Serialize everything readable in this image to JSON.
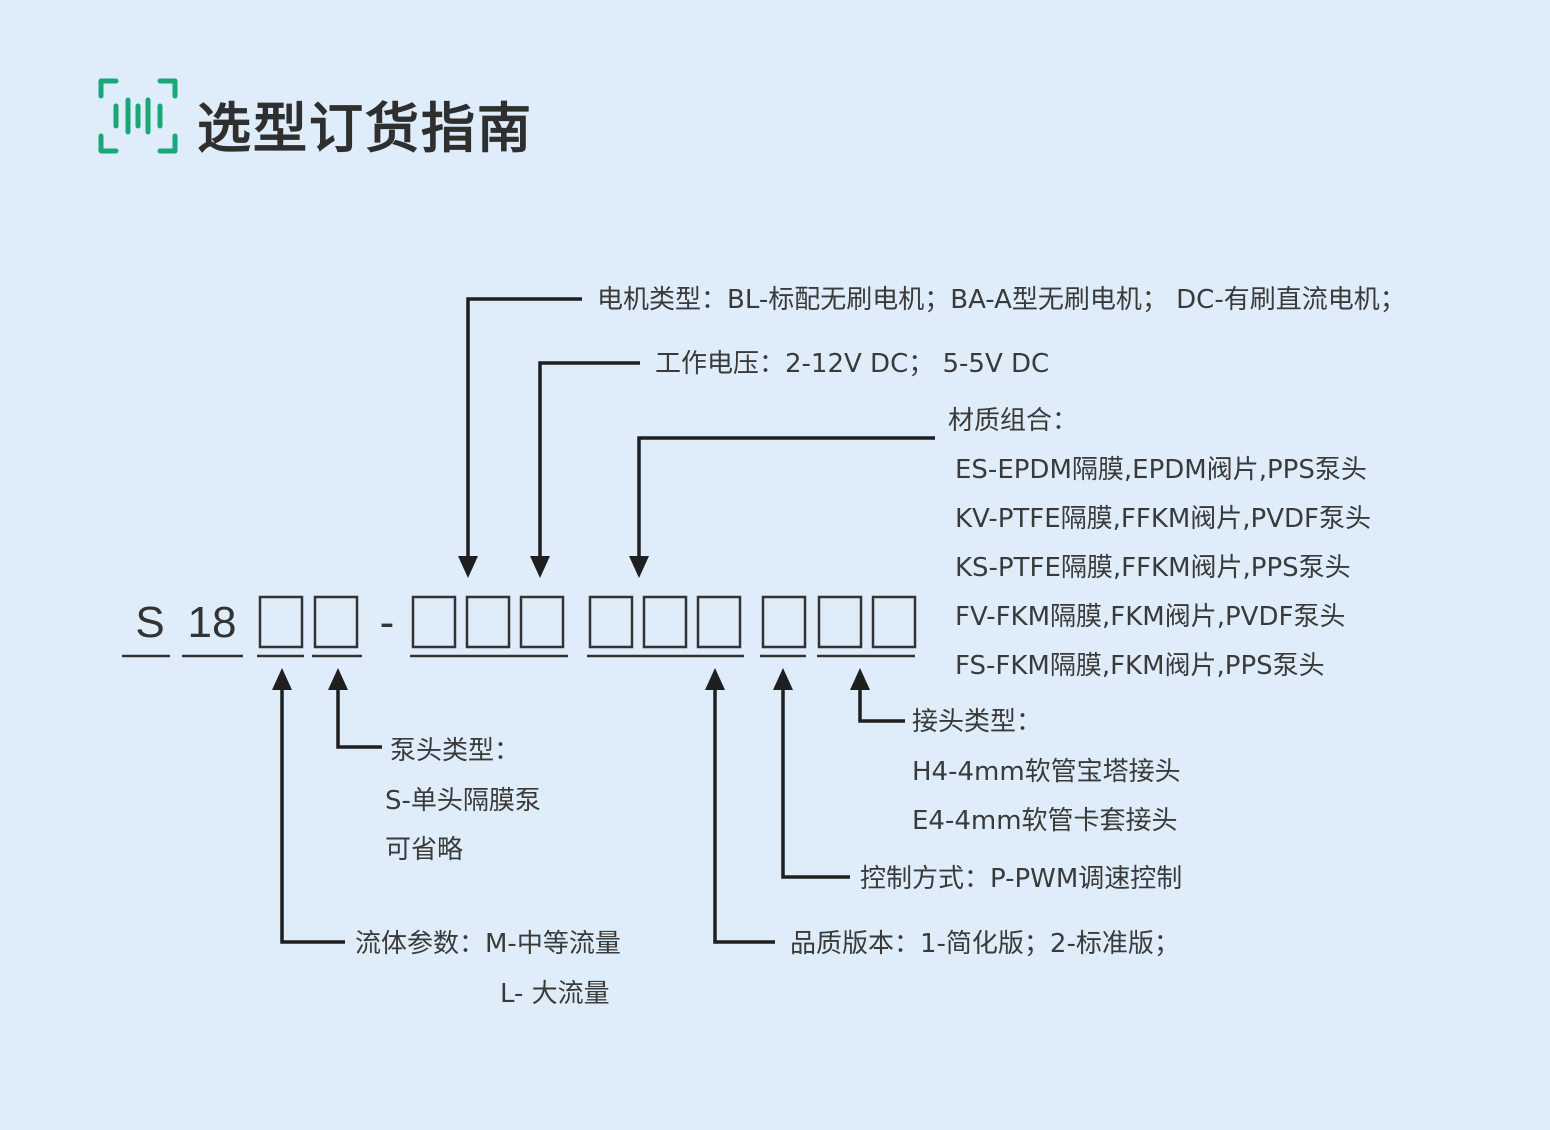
{
  "page": {
    "title": "选型订货指南",
    "accent_color": "#1aa778",
    "line_color": "#1f1f1f",
    "icon": "barcode-scan-icon"
  },
  "code": {
    "prefix_series": "S",
    "prefix_model": "18",
    "separator": "-"
  },
  "labels": {
    "motor_type": "电机类型：BL-标配无刷电机；BA-A型无刷电机； DC-有刷直流电机；",
    "voltage": "工作电压：2-12V DC； 5-5V DC",
    "material_title": "材质组合：",
    "material_options": [
      "ES-EPDM隔膜,EPDM阀片,PPS泵头",
      "KV-PTFE隔膜,FFKM阀片,PVDF泵头",
      "KS-PTFE隔膜,FFKM阀片,PPS泵头",
      "FV-FKM隔膜,FKM阀片,PVDF泵头",
      "FS-FKM隔膜,FKM阀片,PPS泵头"
    ],
    "connector_title": "接头类型：",
    "connector_options": [
      "H4-4mm软管宝塔接头",
      "E4-4mm软管卡套接头"
    ],
    "control": "控制方式：P-PWM调速控制",
    "quality": "品质版本：1-简化版；2-标准版；",
    "pump_head_title": "泵头类型：",
    "pump_head_options": [
      "S-单头隔膜泵",
      "可省略"
    ],
    "fluid_title": "流体参数：M-中等流量",
    "fluid_option": "L- 大流量"
  }
}
